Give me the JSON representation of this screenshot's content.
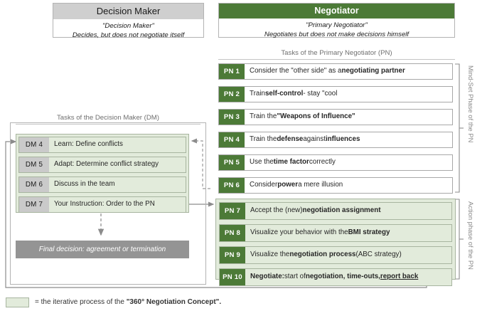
{
  "decision_maker": {
    "header": "Decision Maker",
    "subtitle_line1": "\"Decision Maker\"",
    "subtitle_line2": "Decides, but does not negotiate itself",
    "tasks_caption": "Tasks of the Decision Maker (DM)",
    "tasks": [
      {
        "badge": "DM 4",
        "text": "Learn: Define conflicts"
      },
      {
        "badge": "DM 5",
        "text": "Adapt: Determine conflict strategy"
      },
      {
        "badge": "DM 6",
        "text": "Discuss in the team"
      },
      {
        "badge": "DM 7",
        "text": "Your Instruction: Order to the PN"
      }
    ],
    "final_decision": "Final decision: agreement or termination"
  },
  "negotiator": {
    "header": "Negotiator",
    "subtitle_line1": "\"Primary Negotiator\"",
    "subtitle_line2": "Negotiates but does not make decisions himself",
    "tasks_caption": "Tasks of the Primary Negotiator (PN)",
    "mindset_phase_label": "Mind-Set Phase of the PN",
    "action_phase_label": "Action phase of the PN",
    "mindset_tasks": [
      {
        "badge": "PN 1",
        "parts": [
          {
            "t": "Consider the \"other side\" as a ",
            "b": false
          },
          {
            "t": "negotiating partner",
            "b": true
          }
        ]
      },
      {
        "badge": "PN 2",
        "parts": [
          {
            "t": "Train ",
            "b": false
          },
          {
            "t": "self-control",
            "b": true
          },
          {
            "t": " - stay \"cool",
            "b": false
          }
        ]
      },
      {
        "badge": "PN 3",
        "parts": [
          {
            "t": "Train the ",
            "b": false
          },
          {
            "t": "\"Weapons of Influence\"",
            "b": true
          }
        ]
      },
      {
        "badge": "PN 4",
        "parts": [
          {
            "t": "Train the ",
            "b": false
          },
          {
            "t": "defense",
            "b": true
          },
          {
            "t": " against ",
            "b": false
          },
          {
            "t": "influences",
            "b": true
          }
        ]
      },
      {
        "badge": "PN 5",
        "parts": [
          {
            "t": "Use the ",
            "b": false
          },
          {
            "t": "time factor",
            "b": true
          },
          {
            "t": " correctly",
            "b": false
          }
        ]
      },
      {
        "badge": "PN 6",
        "parts": [
          {
            "t": "Consider ",
            "b": false
          },
          {
            "t": "power",
            "b": true
          },
          {
            "t": " a mere illusion",
            "b": false
          }
        ]
      }
    ],
    "action_tasks": [
      {
        "badge": "PN 7",
        "parts": [
          {
            "t": "Accept the (new) ",
            "b": false
          },
          {
            "t": "negotiation assignment",
            "b": true
          }
        ]
      },
      {
        "badge": "PN 8",
        "parts": [
          {
            "t": "Visualize your behavior with the ",
            "b": false
          },
          {
            "t": "BMI strategy",
            "b": true
          }
        ]
      },
      {
        "badge": "PN 9",
        "parts": [
          {
            "t": "Visualize the ",
            "b": false
          },
          {
            "t": "negotiation process",
            "b": true
          },
          {
            "t": " (ABC strategy)",
            "b": false
          }
        ]
      },
      {
        "badge": "PN 10",
        "parts": [
          {
            "t": "Negotiate:",
            "b": true
          },
          {
            "t": " start of ",
            "b": false
          },
          {
            "t": "negotiation, time-outs, ",
            "b": true
          },
          {
            "t": "report back",
            "b": true,
            "u": true
          }
        ]
      }
    ]
  },
  "legend": {
    "parts": [
      {
        "t": "= the iterative process of the ",
        "b": false
      },
      {
        "t": "\"360° Negotiation Concept\".",
        "b": true
      }
    ]
  },
  "colors": {
    "green_header": "#4c7a37",
    "green_badge": "#4c7a37",
    "light_green_body": "#e2ebdb",
    "grey_header": "#cfcfcf",
    "grey_badge": "#cacaca",
    "grey_bar": "#949494",
    "caption_grey": "#6f6f6f",
    "arrow_grey": "#8c8c8c"
  }
}
